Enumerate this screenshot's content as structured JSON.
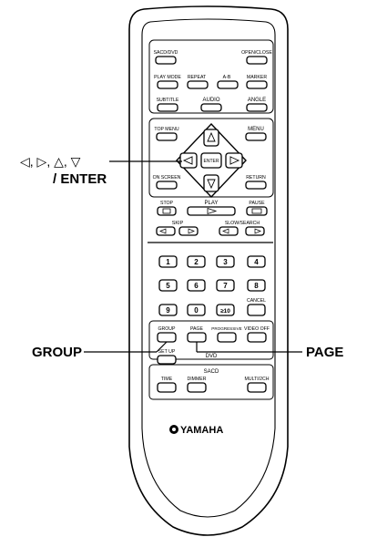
{
  "remote": {
    "brand": "YAMAHA",
    "top": {
      "left": "SACD/DVD",
      "right": "OPEN/CLOSE"
    },
    "row1": {
      "play_mode": "PLAY MODE",
      "repeat": "REPEAT",
      "ab": "A-B",
      "marker": "MARKER"
    },
    "row2": {
      "subtitle": "SUBTITLE",
      "audio": "AUDIO",
      "angle": "ANGLE"
    },
    "nav": {
      "top_menu": "TOP MENU",
      "menu": "MENU",
      "enter": "ENTER",
      "on_screen": "ON SCREEN",
      "return": "RETURN"
    },
    "transport": {
      "stop": "STOP",
      "play": "PLAY",
      "pause": "PAUSE",
      "skip": "SKIP",
      "slow_search": "SLOW/SEARCH"
    },
    "numpad": [
      "1",
      "2",
      "3",
      "4",
      "5",
      "6",
      "7",
      "8",
      "9",
      "0",
      "≥10"
    ],
    "cancel": "CANCEL",
    "dvd_row": {
      "group": "GROUP",
      "page": "PAGE",
      "progressive": "PROGRESSIVE",
      "video_off": "VIDEO OFF"
    },
    "setup": "SET UP",
    "dvd_label": "DVD",
    "sacd_label": "SACD",
    "sacd_row": {
      "time": "TIME",
      "dimmer": "DIMMER",
      "multi": "MULTI/2CH"
    }
  },
  "callouts": {
    "arrows_line1": "◁, ▷, △, ▽",
    "arrows_line2": "/ ENTER",
    "group": "GROUP",
    "page": "PAGE"
  }
}
